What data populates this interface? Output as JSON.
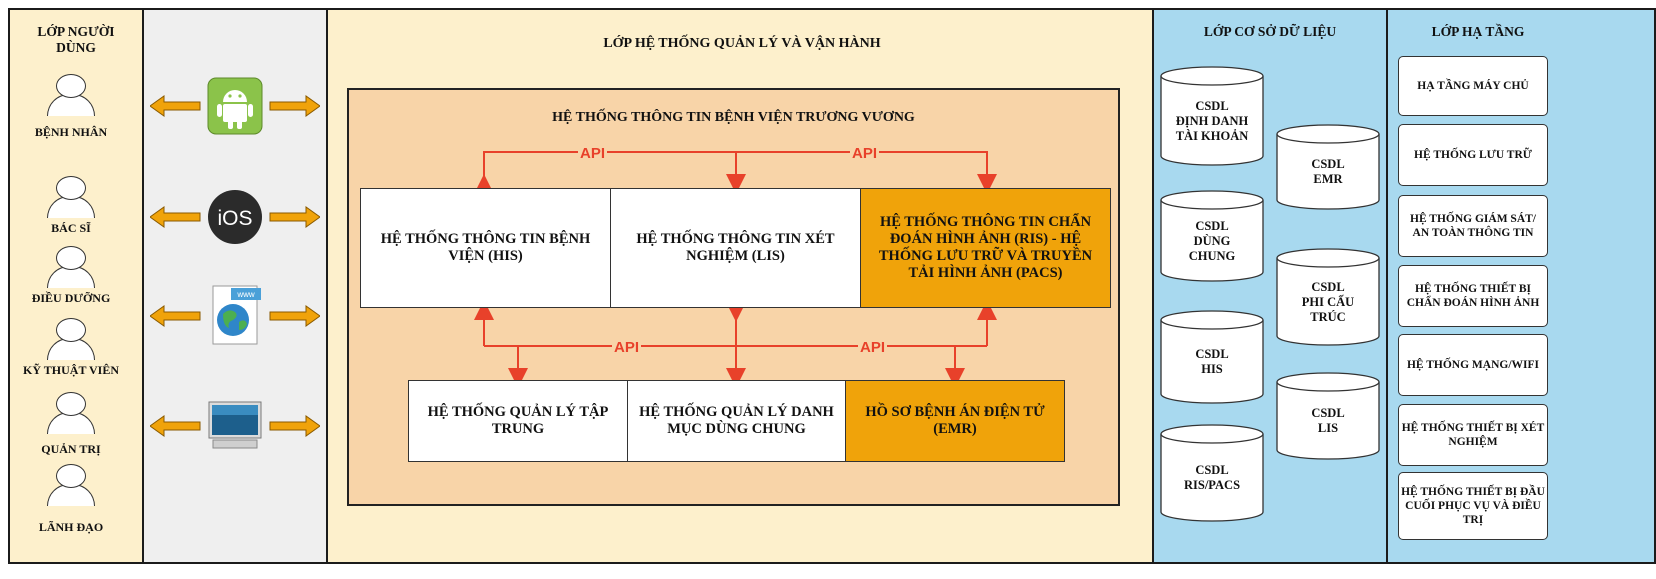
{
  "users_layer": {
    "title": "LỚP NGƯỜI DÙNG",
    "users": [
      "BỆNH NHÂN",
      "BÁC SĨ",
      "ĐIỀU DƯỠNG",
      "KỸ THUẬT VIÊN",
      "QUẢN TRỊ",
      "LÃNH ĐẠO"
    ]
  },
  "devices": [
    "android-icon",
    "ios-icon",
    "web-icon",
    "desktop-icon"
  ],
  "management_layer": {
    "title": "LỚP HỆ THỐNG QUẢN LÝ VÀ VẬN HÀNH",
    "his_title": "HỆ THỐNG THÔNG TIN BỆNH VIỆN TRƯƠNG VƯƠNG",
    "top_boxes": [
      "HỆ THỐNG THÔNG TIN BỆNH VIỆN (HIS)",
      "HỆ THỐNG THÔNG TIN XÉT NGHIỆM (LIS)",
      "HỆ THỐNG THÔNG TIN CHẨN ĐOÁN HÌNH ẢNH (RIS) - HỆ THỐNG LƯU TRỮ VÀ TRUYỀN TẢI HÌNH ẢNH (PACS)"
    ],
    "bottom_boxes": [
      "HỆ THỐNG QUẢN LÝ TẬP TRUNG",
      "HỆ THỐNG QUẢN LÝ DANH MỤC DÙNG CHUNG",
      "HỒ SƠ BỆNH ÁN ĐIỆN TỬ (EMR)"
    ],
    "api_label": "API"
  },
  "database_layer": {
    "title": "LỚP CƠ SỞ DỮ LIỆU",
    "left": [
      [
        "CSDL",
        "ĐỊNH DANH",
        "TÀI KHOẢN"
      ],
      [
        "CSDL",
        "DÙNG",
        "CHUNG"
      ],
      [
        "CSDL",
        "HIS"
      ],
      [
        "CSDL",
        "RIS/PACS"
      ]
    ],
    "right": [
      [
        "CSDL",
        "EMR"
      ],
      [
        "CSDL",
        "PHI CẤU",
        "TRÚC"
      ],
      [
        "CSDL",
        "LIS"
      ]
    ]
  },
  "infra_layer": {
    "title": "LỚP HẠ TẦNG",
    "items": [
      "HẠ TẦNG MÁY CHỦ",
      "HỆ THỐNG LƯU TRỮ",
      "HỆ THỐNG GIÁM SÁT/ AN TOÀN THÔNG TIN",
      "HỆ THỐNG THIẾT BỊ CHẨN ĐOÁN HÌNH ẢNH",
      "HỆ THỐNG MẠNG/WIFI",
      "HỆ THỐNG THIẾT BỊ XÉT NGHIỆM",
      "HỆ THỐNG THIẾT BỊ ĐẦU CUỐI PHỤC VỤ VÀ ĐIỀU TRỊ"
    ]
  },
  "colors": {
    "user_bg": "#fdf0cc",
    "device_bg": "#efefef",
    "mgmt_bg": "#fdf0cc",
    "his_bg": "#f8d4a8",
    "db_bg": "#a8d9ef",
    "infra_bg": "#a8d9ef",
    "orange": "#f0a30a",
    "arrow_orange": "#f0a30a",
    "api_red": "#e8412a"
  }
}
